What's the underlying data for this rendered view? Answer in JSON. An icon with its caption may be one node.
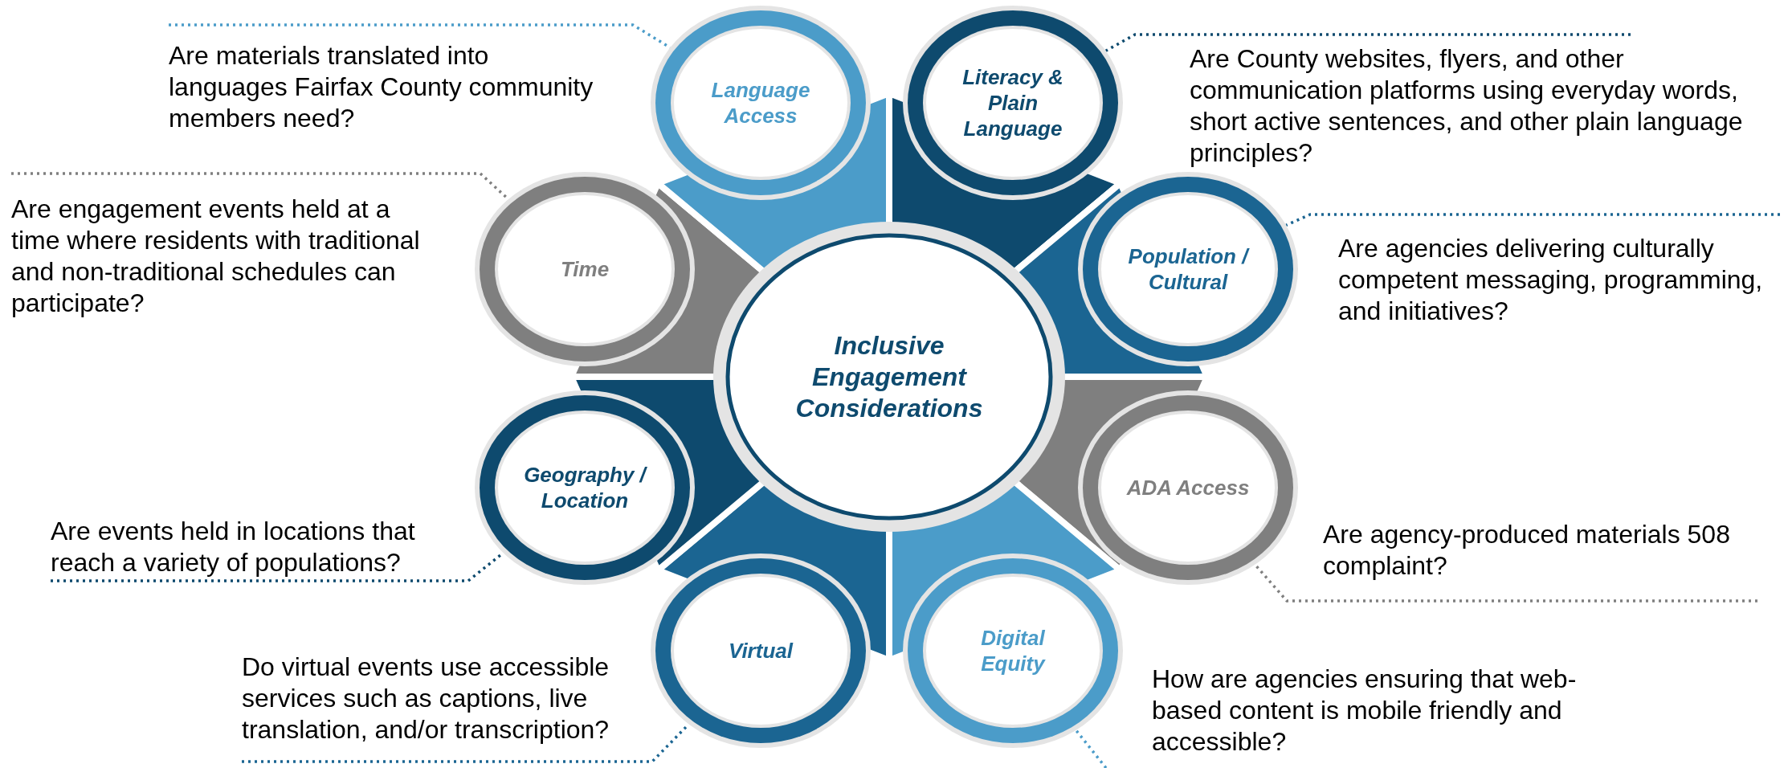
{
  "diagram": {
    "nodes": [
      {
        "text": [
          "Inclusive Engagement Considerations"
        ]
      },
      {
        "text": [
          "Language Access"
        ]
      },
      {
        "text": [
          "Literacy & Plain Language"
        ]
      },
      {
        "text": [
          "Time"
        ]
      },
      {
        "text": [
          "Population / Cultural"
        ]
      },
      {
        "text": [
          "Geography / Location"
        ]
      },
      {
        "text": [
          "ADA Access"
        ]
      },
      {
        "text": [
          "Virtual"
        ]
      },
      {
        "text": [
          "Digital Equity"
        ]
      },
      {
        "text": [
          "Are materials translated into languages Fairfax County community members need?"
        ]
      },
      {
        "text": [
          "Are County websites, flyers, and other communication platforms using everyday words, short active sentences, and other plain language principles?"
        ]
      },
      {
        "text": [
          "Are engagement events held at a time where residents with traditional and non-traditional schedules can participate?"
        ]
      },
      {
        "text": [
          "Are agencies delivering culturally competent messaging, programming, and initiatives?"
        ]
      },
      {
        "text": [
          "Are events held in locations that reach a variety of populations?"
        ]
      },
      {
        "text": [
          "Are agency-produced materials 508 complaint?"
        ]
      },
      {
        "text": [
          "Do virtual events use accessible services such as captions, live translation, and/or transcription?"
        ]
      }
    ],
    "edges": [
      {
        "from": 9,
        "to": 1,
        "arrow": "none",
        "style": "dashed",
        "color": "#4b9cc9"
      },
      {
        "from": 10,
        "to": 2,
        "arrow": "none",
        "style": "dashed",
        "color": "#0e4a6e"
      },
      {
        "from": 11,
        "to": 3,
        "arrow": "none",
        "style": "dashed",
        "color": "#7f7f7f"
      },
      {
        "from": 12,
        "to": 4,
        "arrow": "none",
        "style": "dashed",
        "color": "#1b6592"
      },
      {
        "from": 13,
        "to": 5,
        "arrow": "none",
        "style": "dashed",
        "color": "#0e4a6e"
      },
      {
        "from": 14,
        "to": 6,
        "arrow": "none",
        "style": "dashed",
        "color": "#7f7f7f"
      },
      {
        "from": 15,
        "to": 7,
        "arrow": "none",
        "style": "dashed",
        "color": "#1b6592"
      },
      {
        "from": null,
        "to": 8,
        "arrow": "none",
        "style": "dashed",
        "color": "#4b9cc9"
      }
    ],
    "labels": [
      "How are agencies ensuring that web-based content is mobile friendly and accessible?"
    ]
  }
}
